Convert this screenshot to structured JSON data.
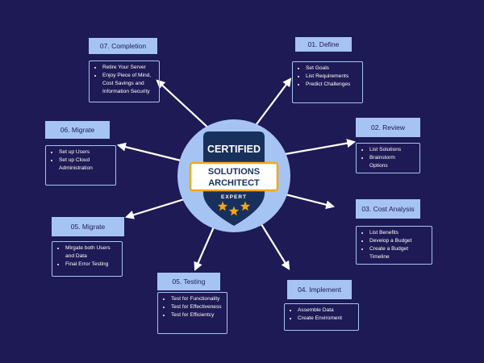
{
  "badge": {
    "line1": "CERTIFIED",
    "line2": "SOLUTIONS",
    "line3": "ARCHITECT",
    "level": "EXPERT"
  },
  "colors": {
    "background": "#1e1a55",
    "title_fill": "#a6c4f3",
    "box_border": "#a6c4f3",
    "circle": "#a6c4f3",
    "shield": "#18305c",
    "banner": "#ffffff",
    "banner_border": "#f2a814",
    "star": "#f2a814",
    "arrow": "#ffffff"
  },
  "steps": [
    {
      "id": "define",
      "title": "01. Define",
      "items": [
        "Set Goals",
        "List Requirements",
        "Predict Challenges"
      ]
    },
    {
      "id": "review",
      "title": "02. Review",
      "items": [
        "List Solutions",
        "Brainstorm Options"
      ]
    },
    {
      "id": "cost-analysis",
      "title": "03. Cost Analysis",
      "items": [
        "List Benefits",
        "Develop a Budget",
        "Create a Budget Timeline"
      ]
    },
    {
      "id": "implement",
      "title": "04. Implement",
      "items": [
        "Assemble Data",
        "Create Enviroment"
      ]
    },
    {
      "id": "testing",
      "title": "05. Testing",
      "items": [
        "Test for Functionality",
        "Test for Effectiveness",
        "Test for Efficientcy"
      ]
    },
    {
      "id": "migrate-05",
      "title": "05. Migrate",
      "items": [
        "Mirgate both Users and Data",
        "Final Error Testing"
      ]
    },
    {
      "id": "migrate-06",
      "title": "06. Migrate",
      "items": [
        "Set up Users",
        "Set up Cloud Administration"
      ]
    },
    {
      "id": "completion",
      "title": "07. Completion",
      "items": [
        "Retire Your Server",
        "Enjoy Piece of Mind, Cost Savings and Information Security"
      ]
    }
  ]
}
